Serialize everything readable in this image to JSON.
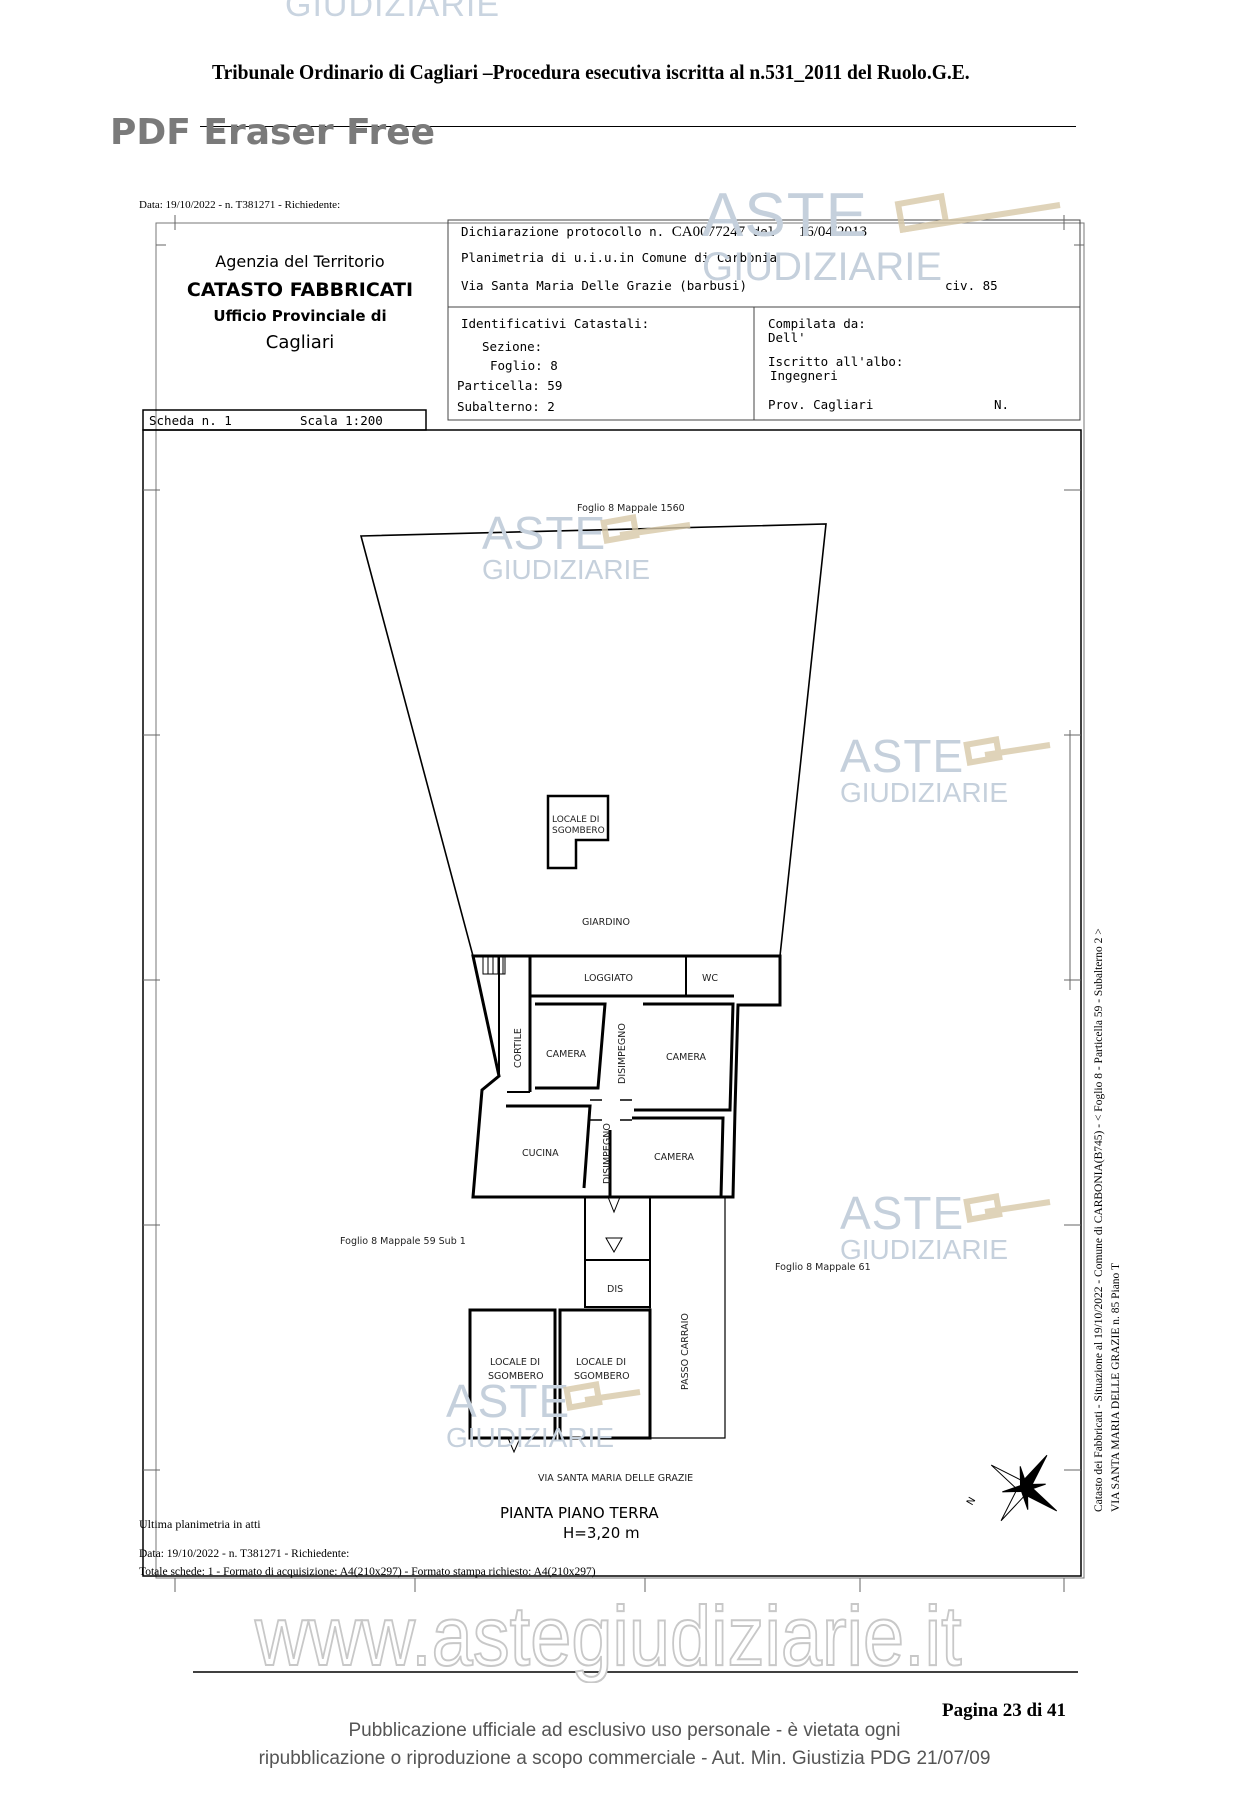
{
  "header": {
    "watermark_top": "GIUDIZIARIE",
    "title": "Tribunale Ordinario di Cagliari –Procedura esecutiva iscritta al n.531_2011 del Ruolo.G.E.",
    "pdf_eraser": "PDF Eraser Free"
  },
  "plan": {
    "date_top": "Data: 19/10/2022 - n. T381271 - Richiedente:",
    "agency": {
      "line1": "Agenzia del Territorio",
      "line2": "CATASTO FABBRICATI",
      "line3": "Ufficio Provinciale di",
      "line4": "Cagliari"
    },
    "declaration": {
      "protocol_label": "Dichiarazione protocollo n.",
      "protocol_number": "CA0077247",
      "del_label": "del",
      "date": "16/04/2013",
      "planimetria": "Planimetria di u.i.u.in Comune di Carbonia",
      "address": "Via Santa Maria Delle Grazie (barbusi)",
      "civ": "civ. 85"
    },
    "identifiers": {
      "title": "Identificativi Catastali:",
      "sezione": "Sezione:",
      "foglio": "Foglio: 8",
      "particella": "Particella: 59",
      "subalterno": "Subalterno: 2"
    },
    "compiler": {
      "compilata": "Compilata da:",
      "dell": "Dell'",
      "iscritto": "Iscritto all'albo:",
      "ingegneri": "Ingegneri",
      "prov": "Prov. Cagliari",
      "n": "N."
    },
    "scheda": "Scheda n. 1",
    "scala": "Scala 1:200",
    "labels": {
      "mappale_top": "Foglio 8 Mappale 1560",
      "locale_top_1": "LOCALE DI",
      "locale_top_2": "SGOMBERO",
      "giardino": "GIARDINO",
      "loggiato": "LOGGIATO",
      "wc": "WC",
      "cortile": "CORTILE",
      "camera_1": "CAMERA",
      "camera_2": "CAMERA",
      "camera_3": "CAMERA",
      "disimpegno_1": "DISIMPEGNO",
      "disimpegno_2": "DISIMPEGNO",
      "cucina": "CUCINA",
      "mappale_left": "Foglio 8 Mappale 59 Sub 1",
      "mappale_right": "Foglio 8 Mappale 61",
      "dis": "DIS",
      "passo_carraio": "PASSO CARRAIO",
      "locale_a_1": "LOCALE DI",
      "locale_a_2": "SGOMBERO",
      "locale_b_1": "LOCALE DI",
      "locale_b_2": "SGOMBERO",
      "street": "VIA SANTA MARIA DELLE GRAZIE",
      "pianta": "PIANTA PIANO TERRA",
      "height": "H=3,20 m"
    },
    "side_text_1": "Catasto dei Fabbricati - Situazione al 19/10/2022 - Comune di CARBONIA(B745) - < Foglio 8 - Particella 59 - Subalterno 2 >",
    "side_text_2": "VIA SANTA MARIA DELLE GRAZIE n. 85 Piano T",
    "ultima": "Ultima planimetria in atti",
    "date_bottom": "Data: 19/10/2022 - n. T381271 - Richiedente:",
    "totale": "Totale schede: 1 - Formato di acquisizione: A4(210x297) - Formato stampa richiesto: A4(210x297)"
  },
  "watermarks": {
    "aste": "ASTE",
    "giudiziarie": "GIUDIZIARIE",
    "website": "www.astegiudiziarie.it"
  },
  "footer": {
    "page": "Pagina 23 di 41",
    "note_line1": "Pubblicazione ufficiale ad esclusivo uso personale - è vietata ogni",
    "note_line2": "ripubblicazione o riproduzione a scopo commerciale - Aut. Min. Giustizia PDG 21/07/09"
  }
}
